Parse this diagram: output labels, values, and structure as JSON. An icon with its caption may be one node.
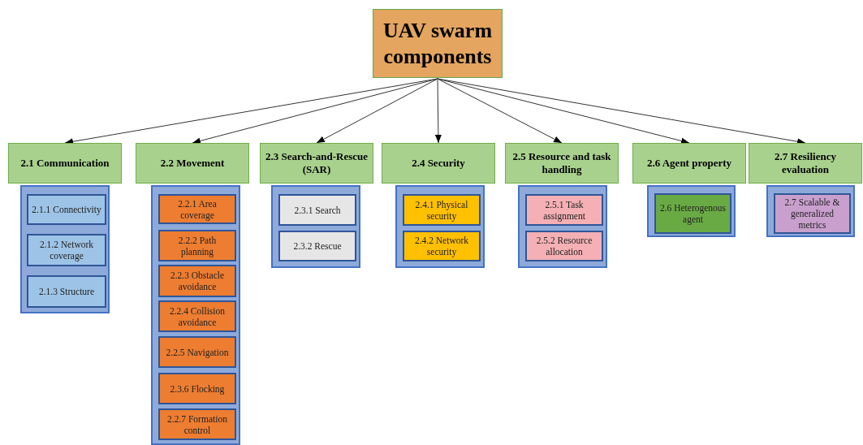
{
  "diagram": {
    "nodes": [
      {
        "text": [
          "UAV swarm components"
        ]
      },
      {
        "text": [
          "2.1 Communication"
        ]
      },
      {
        "text": [],
        "shape": "box"
      },
      {
        "text": [
          "2.1.1 Connectivity"
        ],
        "in": 2
      },
      {
        "text": [
          "2.1.2 Network coverage"
        ],
        "in": 2
      },
      {
        "text": [
          "2.1.3 Structure"
        ],
        "in": 2
      },
      {
        "text": [
          "2.2 Movement"
        ]
      },
      {
        "text": [],
        "shape": "box"
      },
      {
        "text": [
          "2.2.1 Area coverage"
        ],
        "in": 7
      },
      {
        "text": [
          "2.2.2 Path planning"
        ],
        "in": 7
      },
      {
        "text": [
          "2.2.3 Obstacle avoidance"
        ],
        "in": 7
      },
      {
        "text": [
          "2.2.4 Collision avoidance"
        ],
        "in": 7
      },
      {
        "text": [
          "2.2.5 Navigation"
        ],
        "in": 7
      },
      {
        "text": [
          "2.3.6 Flocking"
        ],
        "in": 7
      },
      {
        "text": [
          "2.2.7 Formation control"
        ],
        "in": 7
      },
      {
        "text": [
          "2.3 Search-and-Rescue (SAR)"
        ]
      },
      {
        "text": [],
        "shape": "box"
      },
      {
        "text": [
          "2.3.1 Search"
        ],
        "in": 16
      },
      {
        "text": [
          "2.3.2 Rescue"
        ],
        "in": 16
      },
      {
        "text": [
          "2.4 Security"
        ]
      },
      {
        "text": [],
        "shape": "box"
      },
      {
        "text": [
          "2.4.1 Physical security"
        ],
        "in": 20
      },
      {
        "text": [
          "2.4.2 Network security"
        ],
        "in": 20
      },
      {
        "text": [
          "2.5 Resource and task handling"
        ]
      },
      {
        "text": [],
        "shape": "box"
      },
      {
        "text": [
          "2.5.1 Task assignment"
        ],
        "in": 24
      },
      {
        "text": [
          "2.5.2 Resource allocation"
        ],
        "in": 24
      },
      {
        "text": [
          "2.6 Agent property"
        ]
      },
      {
        "text": [],
        "shape": "box"
      },
      {
        "text": [
          "2.6 Heterogenous agent"
        ],
        "in": 28
      },
      {
        "text": [
          "2.7 Resiliency evaluation"
        ]
      },
      {
        "text": [],
        "shape": "box"
      },
      {
        "text": [
          "2.7 Scalable & generalized metrics"
        ],
        "in": 31
      }
    ],
    "edges": [
      {
        "from": 0,
        "to": 1,
        "arrow": "to"
      },
      {
        "from": 0,
        "to": 6,
        "arrow": "to"
      },
      {
        "from": 0,
        "to": 15,
        "arrow": "to"
      },
      {
        "from": 0,
        "to": 19,
        "arrow": "to"
      },
      {
        "from": 0,
        "to": 23,
        "arrow": "to"
      },
      {
        "from": 0,
        "to": 27,
        "arrow": "to"
      },
      {
        "from": 0,
        "to": 30,
        "arrow": "to"
      }
    ]
  }
}
